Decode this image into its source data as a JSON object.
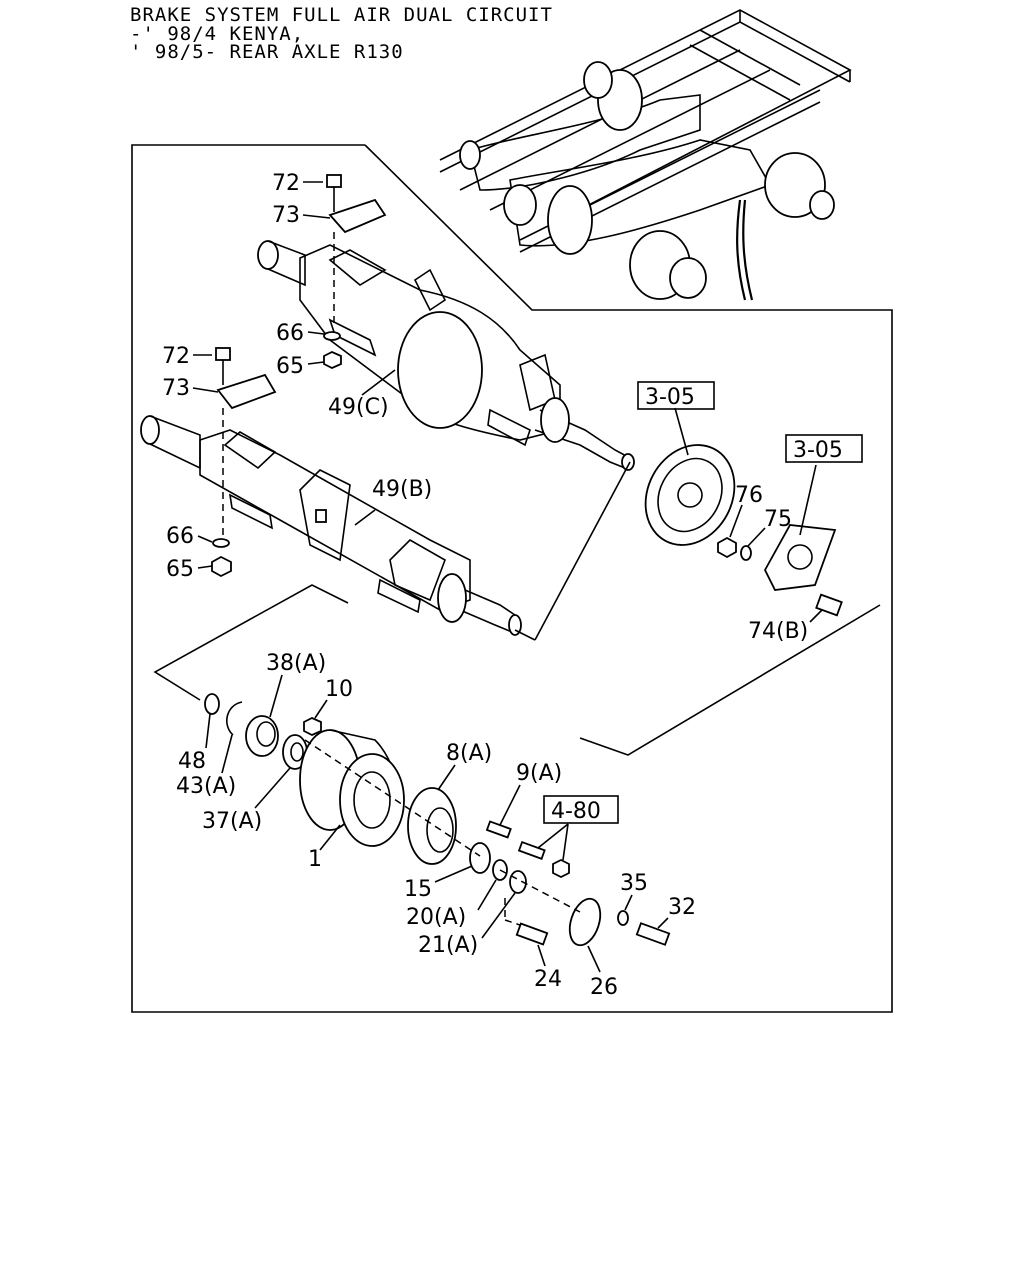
{
  "header": {
    "line1": "BRAKE SYSTEM FULL AIR DUAL CIRCUIT",
    "line2": "-' 98/4 KENYA,",
    "line3": "' 98/5- REAR AXLE R130"
  },
  "refs": {
    "ref_305_a": "3-05",
    "ref_305_b": "3-05",
    "ref_480": "4-80"
  },
  "callouts": {
    "c72a": "72",
    "c73a": "73",
    "c66a": "66",
    "c65a": "65",
    "c49c": "49(C)",
    "c72b": "72",
    "c73b": "73",
    "c49b": "49(B)",
    "c66b": "66",
    "c65b": "65",
    "c76": "76",
    "c75": "75",
    "c74b": "74(B)",
    "c38a": "38(A)",
    "c10": "10",
    "c48": "48",
    "c43a": "43(A)",
    "c37a": "37(A)",
    "c1": "1",
    "c8a": "8(A)",
    "c9a": "9(A)",
    "c15": "15",
    "c20a": "20(A)",
    "c21a": "21(A)",
    "c35": "35",
    "c32": "32",
    "c24": "24",
    "c26": "26"
  }
}
